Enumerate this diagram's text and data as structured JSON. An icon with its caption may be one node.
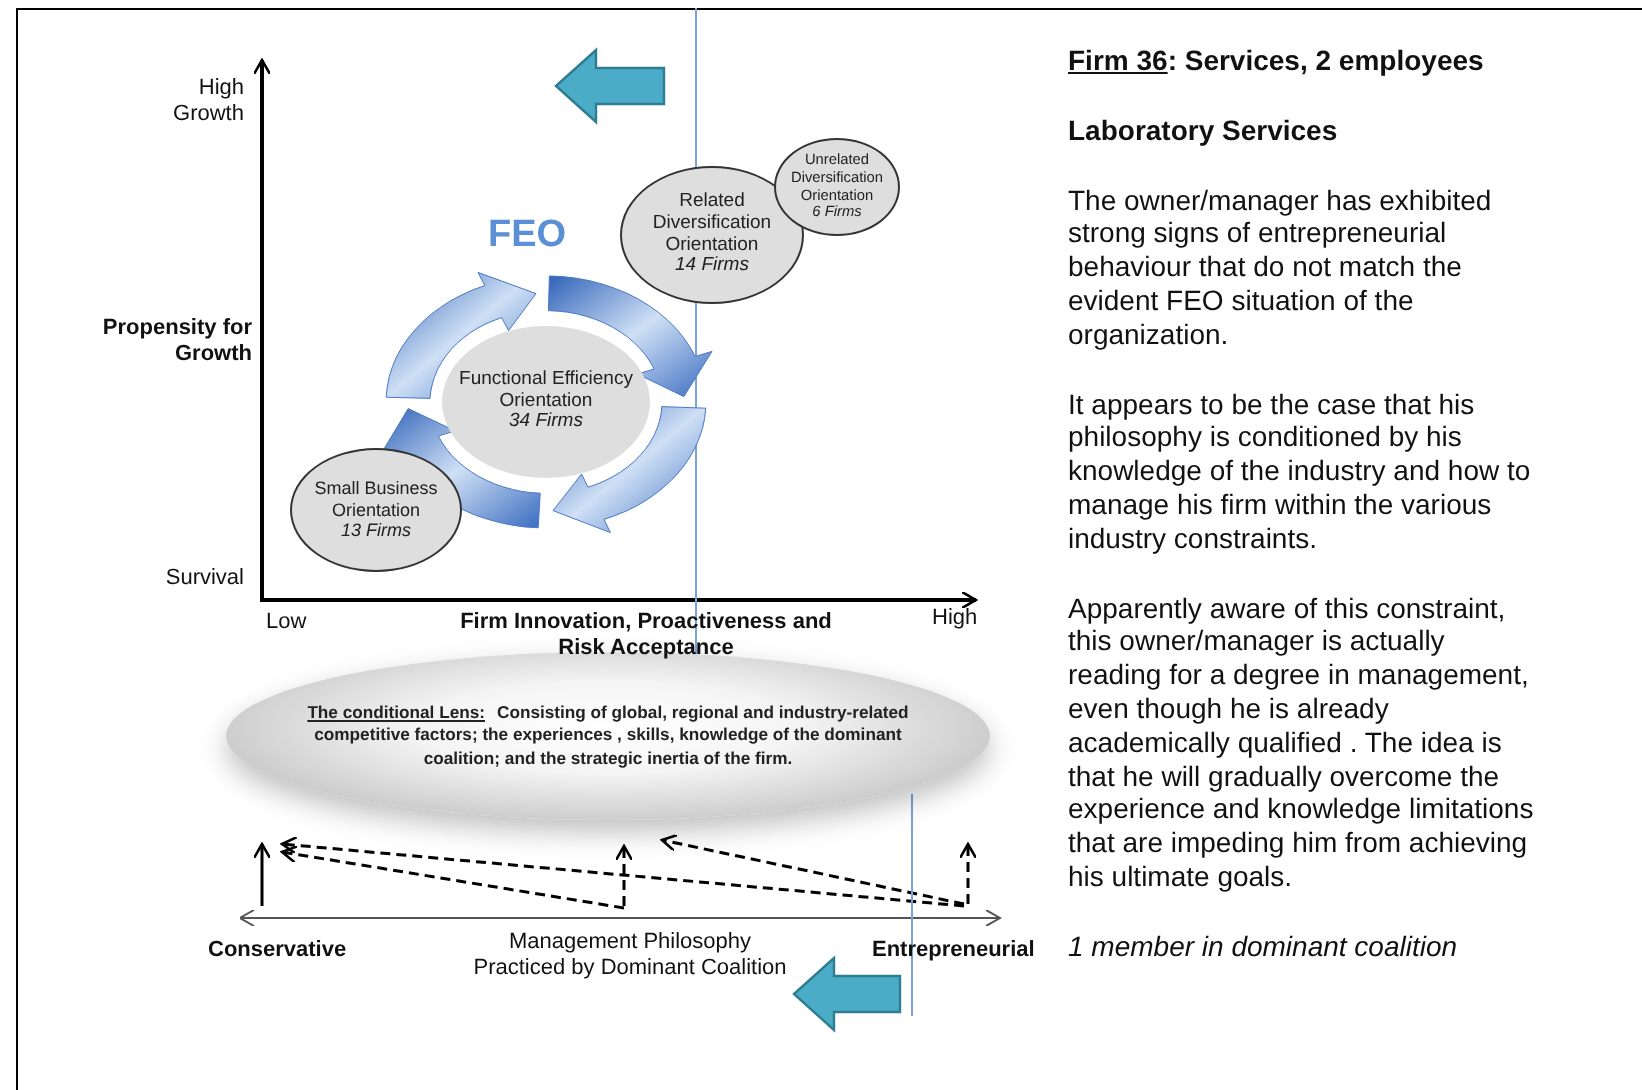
{
  "diagram": {
    "nodes": [
      {
        "text": [
          "Small Business Orientation",
          "13 Firms"
        ]
      },
      {
        "text": [
          "Functional Efficiency Orientation",
          "34 Firms"
        ]
      },
      {
        "text": [
          "Related Diversification Orientation",
          "14 Firms"
        ]
      },
      {
        "text": [
          "Unrelated Diversification Orientation",
          "6 Firms"
        ]
      },
      {
        "text": [
          "The conditional Lens:",
          "Consisting of global, regional and industry-related competitive factors; the experiences , skills, knowledge of the dominant coalition; and the strategic inertia of the firm."
        ]
      }
    ],
    "labels": [
      "High Growth",
      "FEO",
      "Propensity for Growth",
      "Survival",
      "Low",
      "Firm Innovation, Proactiveness and Risk Acceptance",
      "High",
      "Conservative",
      "Management Philosophy Practiced by Dominant Coalition",
      "Entrepreneurial",
      "Firm 36",
      ": Services, 2 employees",
      "Laboratory Services",
      "The owner/manager has exhibited strong signs of entrepreneurial behaviour that do not match the evident FEO situation of the organization.",
      "It appears to be the case that his philosophy is conditioned by his knowledge of the industry and how to manage his firm within the various industry constraints.",
      "Apparently aware of this constraint, this owner/manager is actually reading for a degree in management, even though he is already academically qualified . The idea is that he will gradually overcome the experience and knowledge limitations that are impeding him from achieving his ultimate goals.",
      "1 member in dominant coalition"
    ]
  }
}
